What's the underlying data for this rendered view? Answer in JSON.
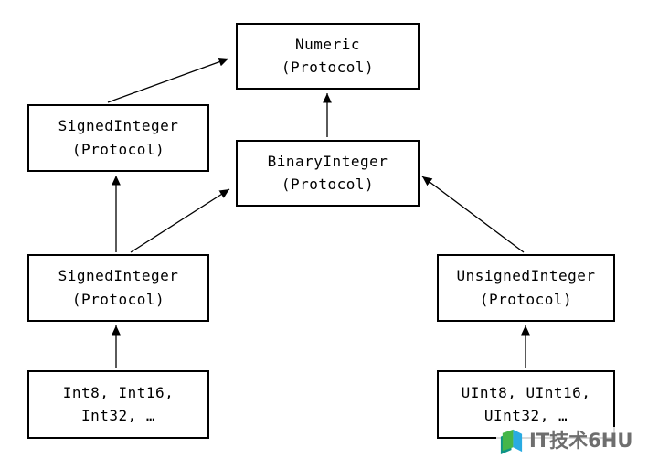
{
  "diagram": {
    "nodes": [
      {
        "id": "numeric",
        "line1": "Numeric",
        "line2": "(Protocol)"
      },
      {
        "id": "signed-integer-upper",
        "line1": "SignedInteger",
        "line2": "(Protocol)"
      },
      {
        "id": "binary-integer",
        "line1": "BinaryInteger",
        "line2": "(Protocol)"
      },
      {
        "id": "signed-integer-lower",
        "line1": "SignedInteger",
        "line2": "(Protocol)"
      },
      {
        "id": "unsigned-integer",
        "line1": "UnsignedInteger",
        "line2": "(Protocol)"
      },
      {
        "id": "int-types",
        "line1": "Int8, Int16,",
        "line2": "Int32, …"
      },
      {
        "id": "uint-types",
        "line1": "UInt8, UInt16,",
        "line2": "UInt32, …"
      }
    ],
    "edges": [
      {
        "from": "SignedInteger (upper)",
        "to": "Numeric"
      },
      {
        "from": "BinaryInteger",
        "to": "Numeric"
      },
      {
        "from": "SignedInteger (lower)",
        "to": "SignedInteger (upper)"
      },
      {
        "from": "SignedInteger (lower)",
        "to": "BinaryInteger"
      },
      {
        "from": "UnsignedInteger",
        "to": "BinaryInteger"
      },
      {
        "from": "Int8, Int16, Int32, …",
        "to": "SignedInteger (lower)"
      },
      {
        "from": "UInt8, UInt16, UInt32, …",
        "to": "UnsignedInteger"
      }
    ]
  },
  "watermark": {
    "text": "IT技术6HU"
  },
  "colors": {
    "box_border": "#000000",
    "box_fill": "#ffffff",
    "arrow": "#000000",
    "watermark_text": "#6e6e6e",
    "logo_green": "#45b649",
    "logo_teal": "#0e9488",
    "logo_blue": "#29abe2"
  }
}
